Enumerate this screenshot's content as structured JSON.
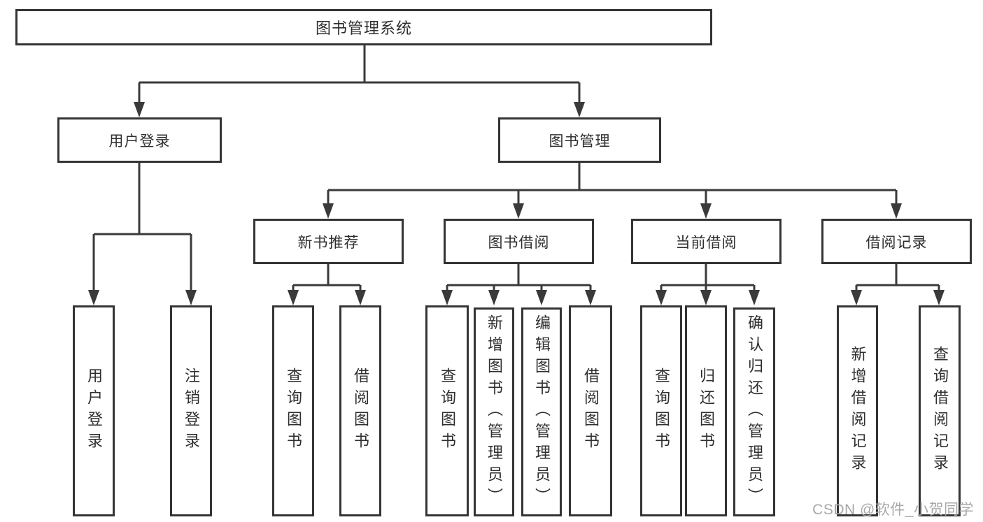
{
  "diagram": {
    "root": {
      "label": "图书管理系统"
    },
    "branches": [
      {
        "label": "用户登录",
        "children": [
          {
            "label": "用户登录"
          },
          {
            "label": "注销登录"
          }
        ]
      },
      {
        "label": "图书管理",
        "children": [
          {
            "label": "新书推荐",
            "children": [
              {
                "label": "查询图书"
              },
              {
                "label": "借阅图书"
              }
            ]
          },
          {
            "label": "图书借阅",
            "children": [
              {
                "label": "查询图书"
              },
              {
                "label": "新增图书（管理员）"
              },
              {
                "label": "编辑图书（管理员）"
              },
              {
                "label": "借阅图书"
              }
            ]
          },
          {
            "label": "当前借阅",
            "children": [
              {
                "label": "查询图书"
              },
              {
                "label": "归还图书"
              },
              {
                "label": "确认归还（管理员）"
              }
            ]
          },
          {
            "label": "借阅记录",
            "children": [
              {
                "label": "新增借阅记录"
              },
              {
                "label": "查询借阅记录"
              }
            ]
          }
        ]
      }
    ]
  },
  "watermark": {
    "text": "CSDN @软件_小贺同学"
  },
  "colors": {
    "line": "#3a3a3a",
    "box_border": "#343434",
    "box_fill": "#ffffff",
    "text": "#2e2e2e",
    "watermark": "#a8a8a8"
  }
}
